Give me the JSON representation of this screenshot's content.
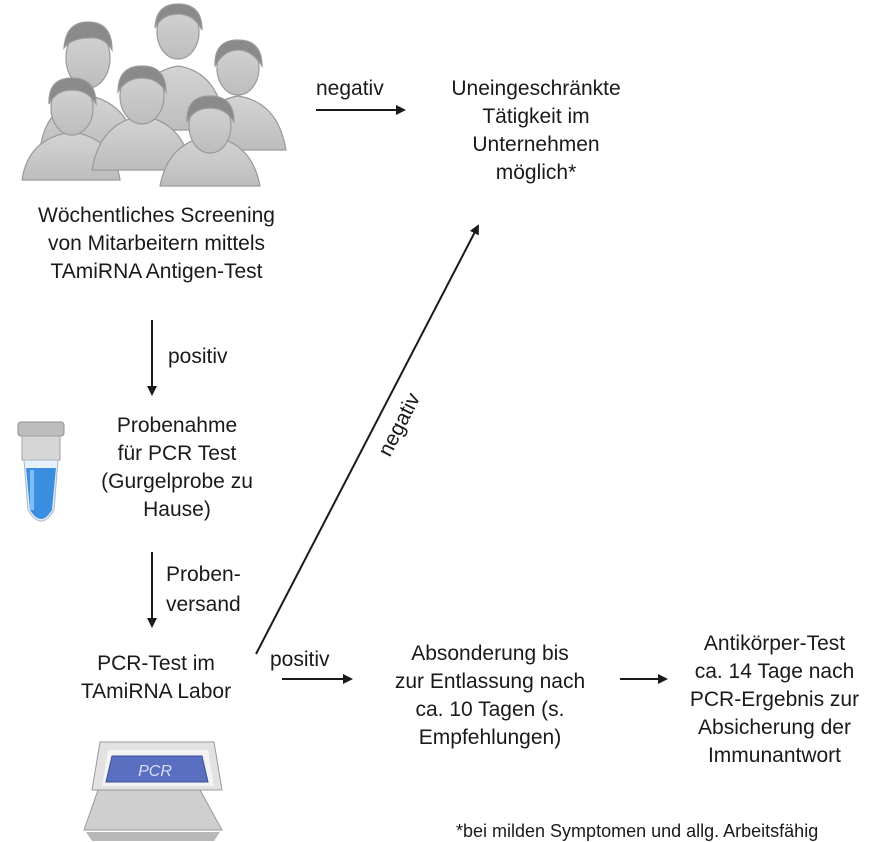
{
  "nodes": {
    "screening": [
      "Wöchentliches Screening",
      "von Mitarbeitern mittels",
      "TAmiRNA Antigen-Test"
    ],
    "uneingeschraenkt": [
      "Uneingeschränkte",
      "Tätigkeit im",
      "Unternehmen",
      "möglich*"
    ],
    "probenahme": [
      "Probenahme",
      "für PCR Test",
      "(Gurgelprobe zu",
      "Hause)"
    ],
    "pcr_test": [
      "PCR-Test im",
      "TAmiRNA Labor"
    ],
    "absonderung": [
      "Absonderung bis",
      "zur Entlassung nach",
      "ca. 10 Tagen (s.",
      "Empfehlungen)"
    ],
    "antikoerper": [
      "Antikörper-Test",
      "ca. 14 Tage nach",
      "PCR-Ergebnis zur",
      "Absicherung der",
      "Immunantwort"
    ]
  },
  "edges": {
    "negativ_top": "negativ",
    "positiv_down": "positiv",
    "proben_versand": [
      "Proben-",
      "versand"
    ],
    "negativ_diag": "negativ",
    "positiv_right": "positiv"
  },
  "footnote": "*bei milden Symptomen und allg. Arbeitsfähig",
  "device_label": "PCR",
  "icons": [
    "people-group-icon",
    "test-tube-icon",
    "pcr-machine-icon"
  ],
  "colors": {
    "arrow": "#1a1a1a",
    "tube_liquid": "#3b8fe0",
    "device_screen": "#5a6fc0"
  }
}
